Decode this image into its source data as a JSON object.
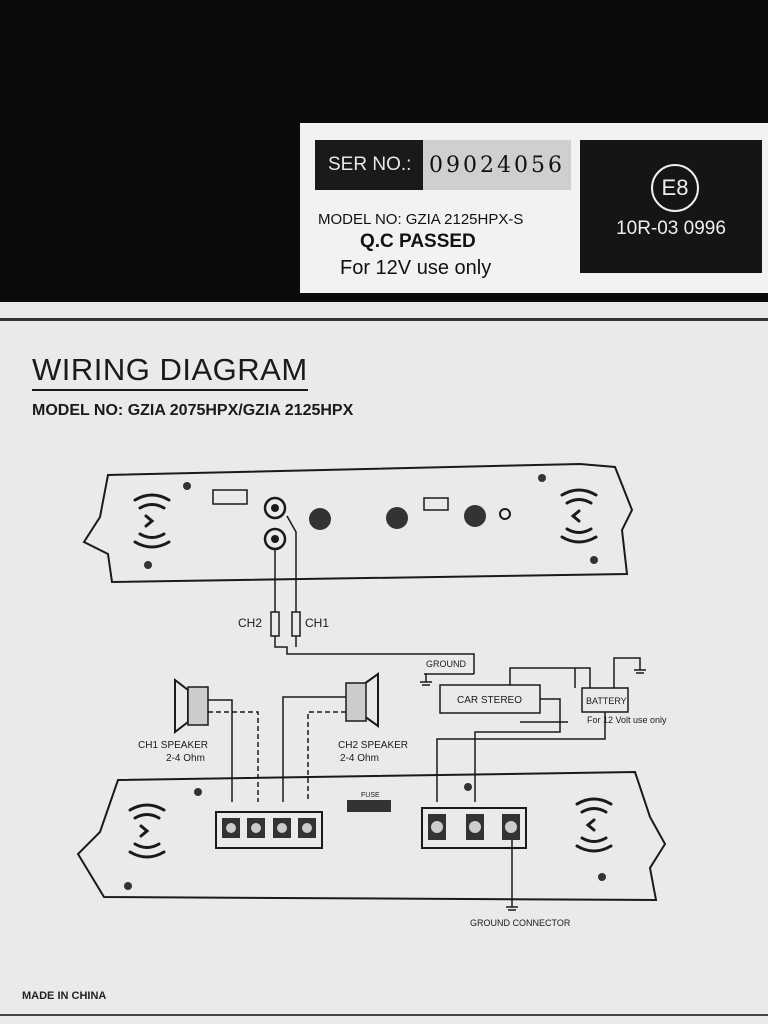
{
  "sticker": {
    "ser_label": "SER NO.:",
    "ser_value": "09024056",
    "model": "MODEL NO: GZIA 2125HPX-S",
    "qc": "Q.C PASSED",
    "use": "For 12V use only",
    "e_mark": "E8",
    "e_code": "10R-03 0996"
  },
  "manual": {
    "title": "WIRING DIAGRAM",
    "subtitle": "MODEL NO: GZIA 2075HPX/GZIA 2125HPX",
    "made_in": "MADE IN CHINA"
  },
  "diagram": {
    "ch2": "CH2",
    "ch1": "CH1",
    "ground": "GROUND",
    "car_stereo": "CAR STEREO",
    "battery": "BATTERY",
    "battery_note": "For 12 Volt  use only",
    "ch1_speaker": "CH1  SPEAKER",
    "ch1_ohm": "2-4 Ohm",
    "ch2_speaker": "CH2  SPEAKER",
    "ch2_ohm": "2-4 Ohm",
    "fuse": "FUSE",
    "ground_connector": "GROUND CONNECTOR"
  },
  "colors": {
    "background": "#0b0b0c",
    "paper": "#e9eaec",
    "ink": "#1a1a1a"
  }
}
